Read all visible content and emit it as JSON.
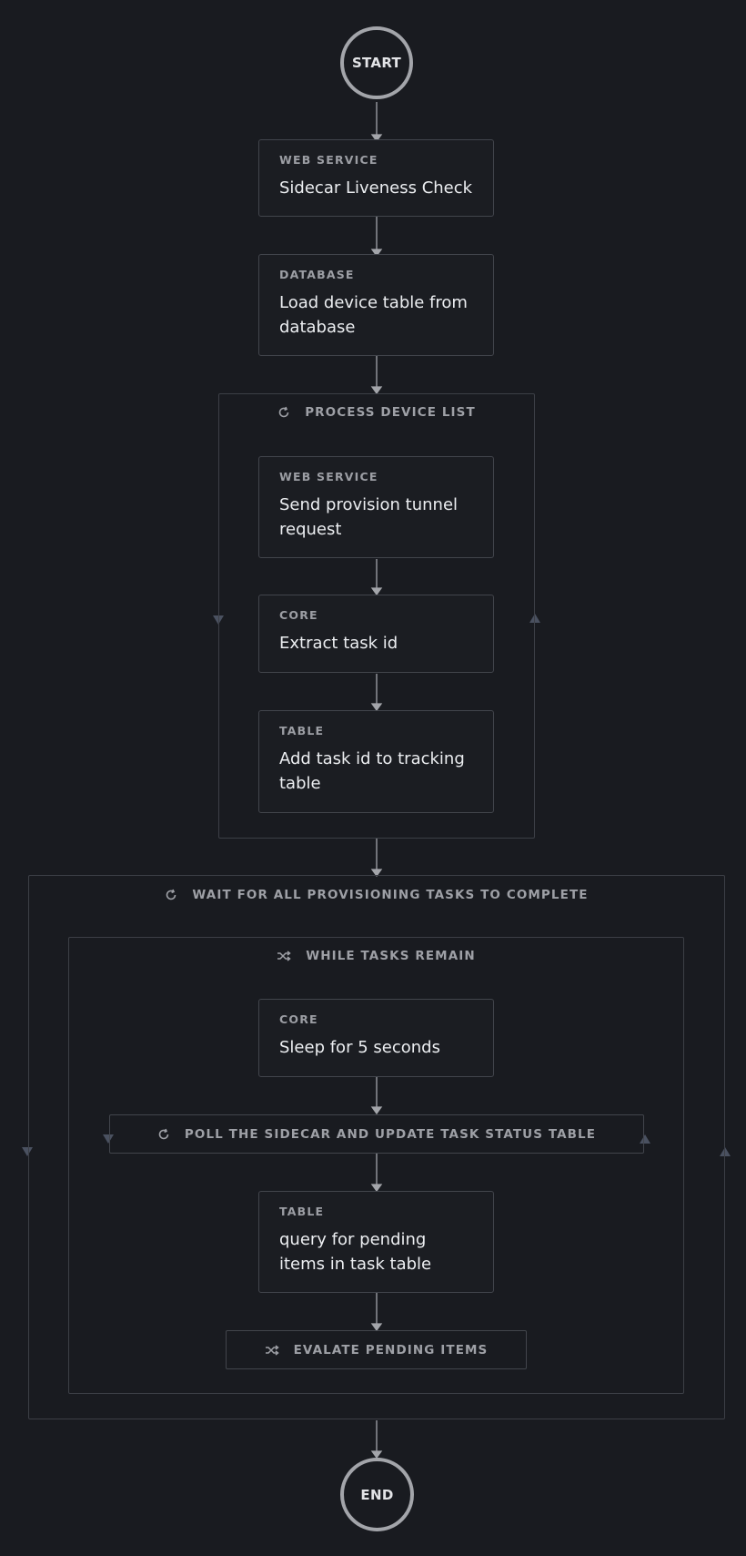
{
  "start_label": "START",
  "end_label": "END",
  "steps": {
    "sidecar_check": {
      "category": "WEB SERVICE",
      "title": "Sidecar Liveness Check"
    },
    "load_devices": {
      "category": "DATABASE",
      "title": "Load device table from database"
    },
    "provision_tunnel": {
      "category": "WEB SERVICE",
      "title": "Send provision tunnel request"
    },
    "extract_task": {
      "category": "CORE",
      "title": "Extract task id"
    },
    "add_task": {
      "category": "TABLE",
      "title": "Add task id to tracking table"
    },
    "sleep": {
      "category": "CORE",
      "title": "Sleep for 5 seconds"
    },
    "query_pending": {
      "category": "TABLE",
      "title": "query for pending items in task table"
    }
  },
  "containers": {
    "process_devices": {
      "label": "PROCESS DEVICE LIST",
      "icon": "loop-icon"
    },
    "wait_tasks": {
      "label": "WAIT FOR ALL PROVISIONING TASKS TO COMPLETE",
      "icon": "loop-icon"
    },
    "while_remain": {
      "label": "WHILE TASKS REMAIN",
      "icon": "shuffle-icon"
    },
    "poll_sidecar": {
      "label": "POLL THE SIDECAR AND UPDATE TASK STATUS TABLE",
      "icon": "loop-icon"
    },
    "evaluate_pending": {
      "label": "EVALATE PENDING ITEMS",
      "icon": "shuffle-icon"
    }
  },
  "colors": {
    "background": "#191b20",
    "connector": "#a3a5aa",
    "loop_arrow": "#4a5160",
    "border": "#42454c"
  }
}
